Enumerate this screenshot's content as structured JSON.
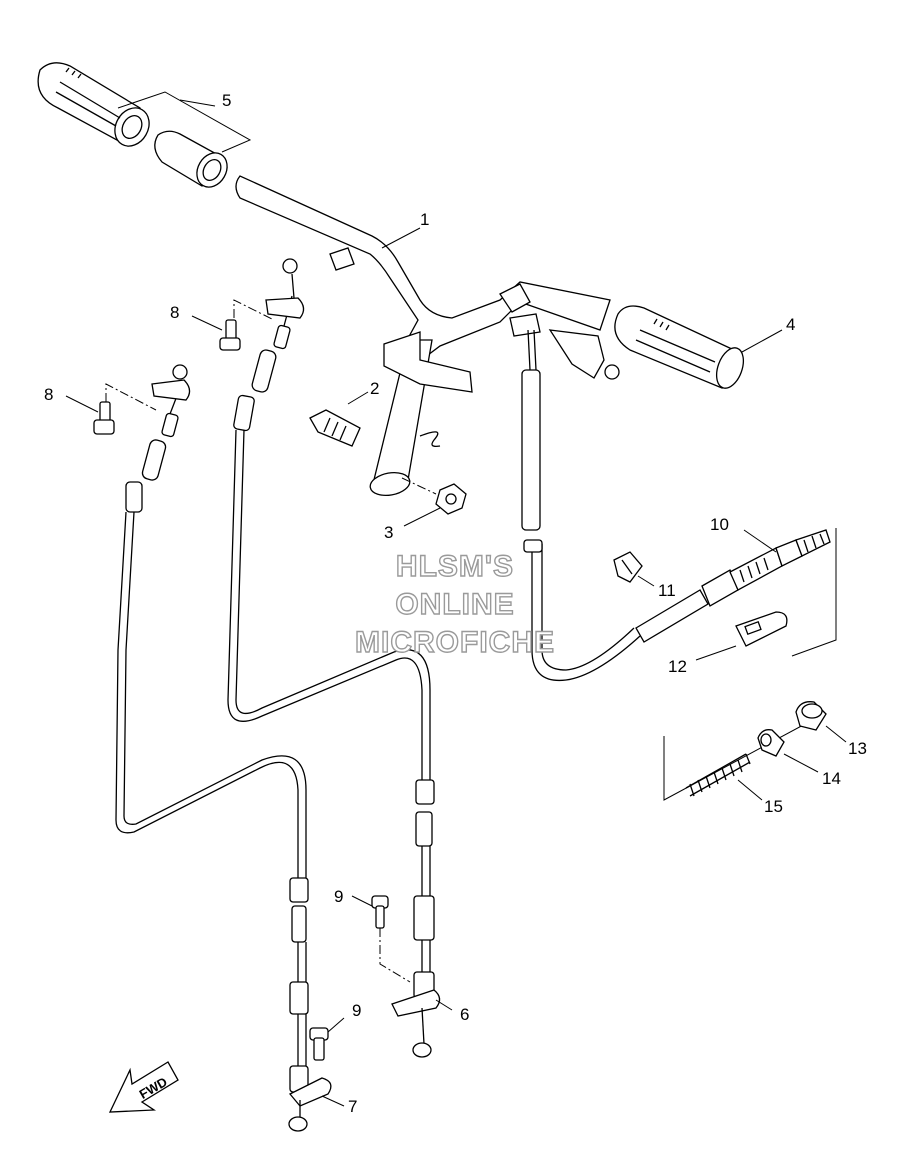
{
  "labels": {
    "p1": "1",
    "p2": "2",
    "p3": "3",
    "p4": "4",
    "p5": "5",
    "p6": "6",
    "p7": "7",
    "p8a": "8",
    "p8b": "8",
    "p9a": "9",
    "p9b": "9",
    "p10": "10",
    "p11": "11",
    "p12": "12",
    "p13": "13",
    "p14": "14",
    "p15": "15"
  },
  "watermark": {
    "line1": "HLSM'S",
    "line2": "ONLINE",
    "line3": "MICROFICHE"
  },
  "fwd_label": "FWD"
}
